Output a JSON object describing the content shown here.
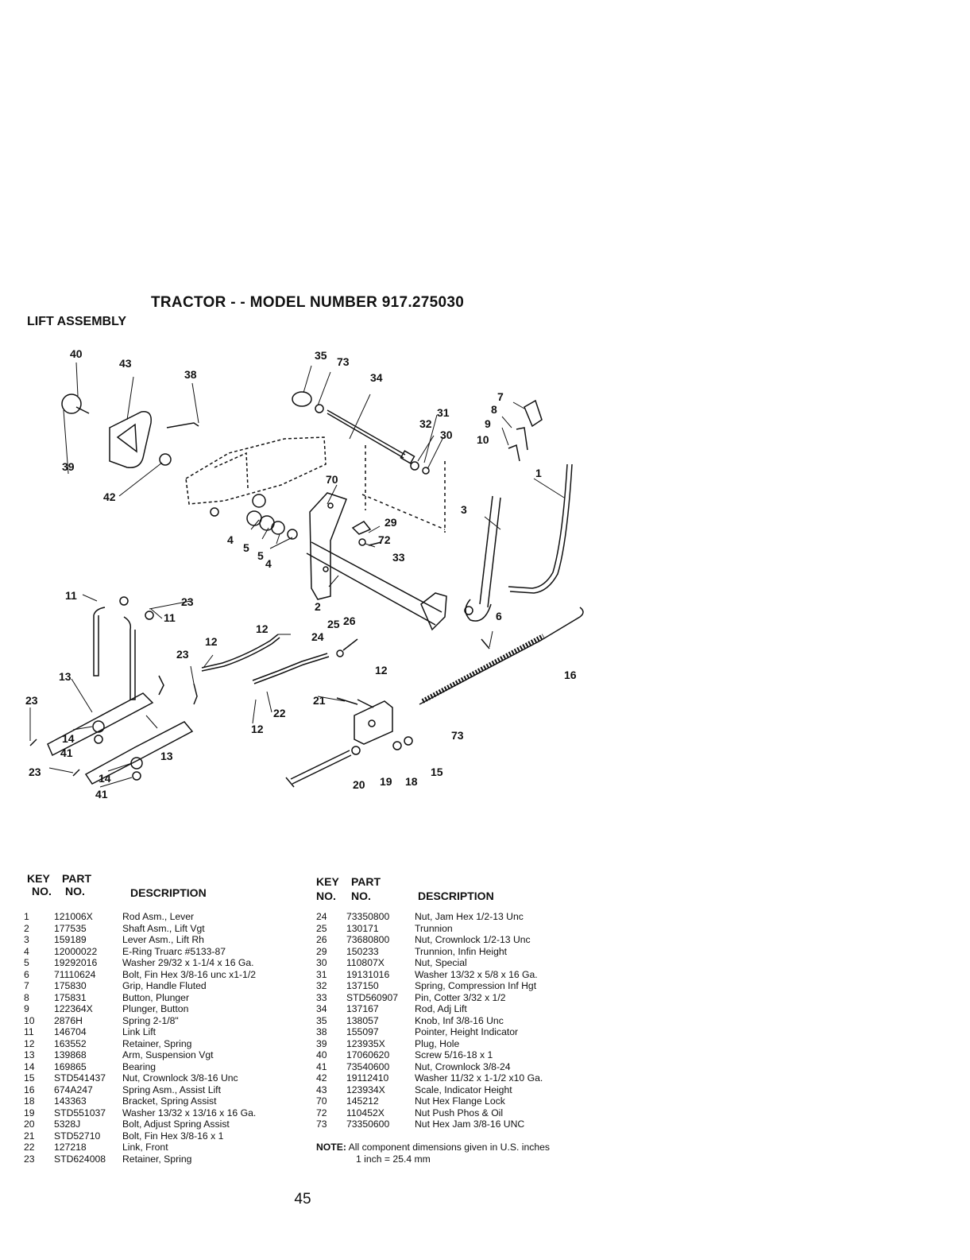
{
  "header": {
    "title": "TRACTOR - - MODEL NUMBER 917.275030",
    "section": "LIFT ASSEMBLY"
  },
  "diagram_labels": [
    "40",
    "43",
    "38",
    "35",
    "73",
    "34",
    "7",
    "8",
    "9",
    "10",
    "31",
    "32",
    "30",
    "39",
    "42",
    "70",
    "1",
    "3",
    "29",
    "72",
    "33",
    "4",
    "5",
    "5",
    "4",
    "2",
    "6",
    "11",
    "23",
    "11",
    "12",
    "12",
    "25",
    "26",
    "24",
    "12",
    "16",
    "23",
    "13",
    "23",
    "21",
    "22",
    "12",
    "73",
    "14",
    "41",
    "13",
    "14",
    "41",
    "15",
    "20",
    "19",
    "18",
    "23"
  ],
  "table_headers": {
    "key_top": "KEY",
    "part_top": "PART",
    "key_bottom": "NO.",
    "part_bottom": "NO.",
    "description": "DESCRIPTION"
  },
  "parts_left": [
    {
      "key": "1",
      "part": "121006X",
      "desc": "Rod Asm., Lever"
    },
    {
      "key": "2",
      "part": "177535",
      "desc": "Shaft Asm., Lift Vgt"
    },
    {
      "key": "3",
      "part": "159189",
      "desc": "Lever Asm., Lift Rh"
    },
    {
      "key": "4",
      "part": "12000022",
      "desc": "E-Ring Truarc #5133-87"
    },
    {
      "key": "5",
      "part": "19292016",
      "desc": "Washer 29/32 x 1-1/4 x 16 Ga."
    },
    {
      "key": "6",
      "part": "71110624",
      "desc": "Bolt, Fin Hex 3/8-16 unc x1-1/2"
    },
    {
      "key": "7",
      "part": "175830",
      "desc": "Grip, Handle Fluted"
    },
    {
      "key": "8",
      "part": "175831",
      "desc": "Button, Plunger"
    },
    {
      "key": "9",
      "part": "122364X",
      "desc": "Plunger, Button"
    },
    {
      "key": "10",
      "part": "2876H",
      "desc": "Spring 2-1/8\""
    },
    {
      "key": "11",
      "part": "146704",
      "desc": "Link Lift"
    },
    {
      "key": "12",
      "part": "163552",
      "desc": "Retainer, Spring"
    },
    {
      "key": "13",
      "part": "139868",
      "desc": "Arm, Suspension Vgt"
    },
    {
      "key": "14",
      "part": "169865",
      "desc": "Bearing"
    },
    {
      "key": "15",
      "part": "STD541437",
      "desc": "Nut, Crownlock 3/8-16 Unc"
    },
    {
      "key": "16",
      "part": "674A247",
      "desc": "Spring Asm., Assist Lift"
    },
    {
      "key": "18",
      "part": "143363",
      "desc": "Bracket, Spring Assist"
    },
    {
      "key": "19",
      "part": "STD551037",
      "desc": "Washer 13/32 x 13/16 x 16 Ga."
    },
    {
      "key": "20",
      "part": "5328J",
      "desc": "Bolt, Adjust Spring Assist"
    },
    {
      "key": "21",
      "part": "STD52710",
      "desc": "Bolt, Fin Hex 3/8-16 x 1"
    },
    {
      "key": "22",
      "part": "127218",
      "desc": "Link, Front"
    },
    {
      "key": "23",
      "part": "STD624008",
      "desc": "Retainer, Spring"
    }
  ],
  "parts_right": [
    {
      "key": "24",
      "part": "73350800",
      "desc": "Nut, Jam Hex 1/2-13 Unc"
    },
    {
      "key": "25",
      "part": "130171",
      "desc": "Trunnion"
    },
    {
      "key": "26",
      "part": "73680800",
      "desc": "Nut, Crownlock 1/2-13 Unc"
    },
    {
      "key": "29",
      "part": "150233",
      "desc": "Trunnion, Infin Height"
    },
    {
      "key": "30",
      "part": "110807X",
      "desc": "Nut, Special"
    },
    {
      "key": "31",
      "part": "19131016",
      "desc": "Washer 13/32 x 5/8 x 16 Ga."
    },
    {
      "key": "32",
      "part": "137150",
      "desc": "Spring, Compression Inf Hgt"
    },
    {
      "key": "33",
      "part": "STD560907",
      "desc": "Pin, Cotter 3/32 x 1/2"
    },
    {
      "key": "34",
      "part": "137167",
      "desc": "Rod, Adj Lift"
    },
    {
      "key": "35",
      "part": "138057",
      "desc": "Knob, Inf 3/8-16 Unc"
    },
    {
      "key": "38",
      "part": "155097",
      "desc": "Pointer, Height Indicator"
    },
    {
      "key": "39",
      "part": "123935X",
      "desc": "Plug, Hole"
    },
    {
      "key": "40",
      "part": "17060620",
      "desc": "Screw 5/16-18 x 1"
    },
    {
      "key": "41",
      "part": "73540600",
      "desc": "Nut, Crownlock 3/8-24"
    },
    {
      "key": "42",
      "part": "19112410",
      "desc": "Washer 11/32 x 1-1/2 x10 Ga."
    },
    {
      "key": "43",
      "part": "123934X",
      "desc": "Scale, Indicator Height"
    },
    {
      "key": "70",
      "part": "145212",
      "desc": "Nut Hex Flange Lock"
    },
    {
      "key": "72",
      "part": "110452X",
      "desc": "Nut Push Phos & Oil"
    },
    {
      "key": "73",
      "part": "73350600",
      "desc": "Nut Hex Jam 3/8-16 UNC"
    }
  ],
  "note": {
    "label": "NOTE:",
    "line1": "All component dimensions given in U.S. inches",
    "line2": "1 inch = 25.4 mm"
  },
  "page_number": "45",
  "colors": {
    "ink": "#111111",
    "paper": "#ffffff"
  }
}
